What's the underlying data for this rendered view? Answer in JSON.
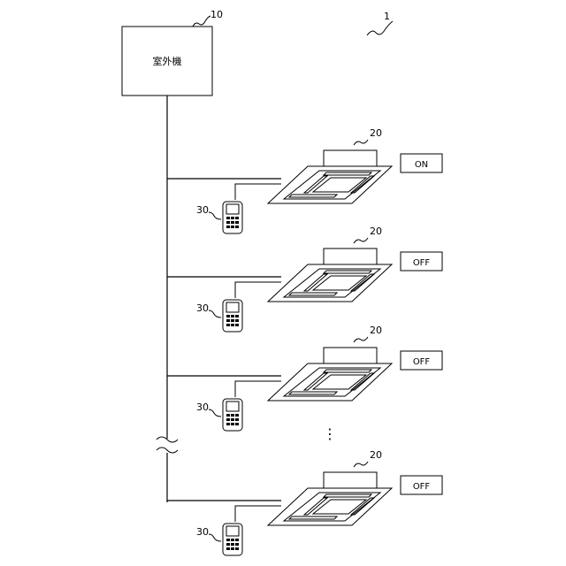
{
  "system_ref": "1",
  "outdoor_unit": {
    "ref": "10",
    "label": "室外機"
  },
  "indoor_units": [
    {
      "ref": "20",
      "remote_ref": "30",
      "status": "ON"
    },
    {
      "ref": "20",
      "remote_ref": "30",
      "status": "OFF"
    },
    {
      "ref": "20",
      "remote_ref": "30",
      "status": "OFF"
    },
    {
      "ref": "20",
      "remote_ref": "30",
      "status": "OFF"
    }
  ],
  "continuation": "⋮"
}
